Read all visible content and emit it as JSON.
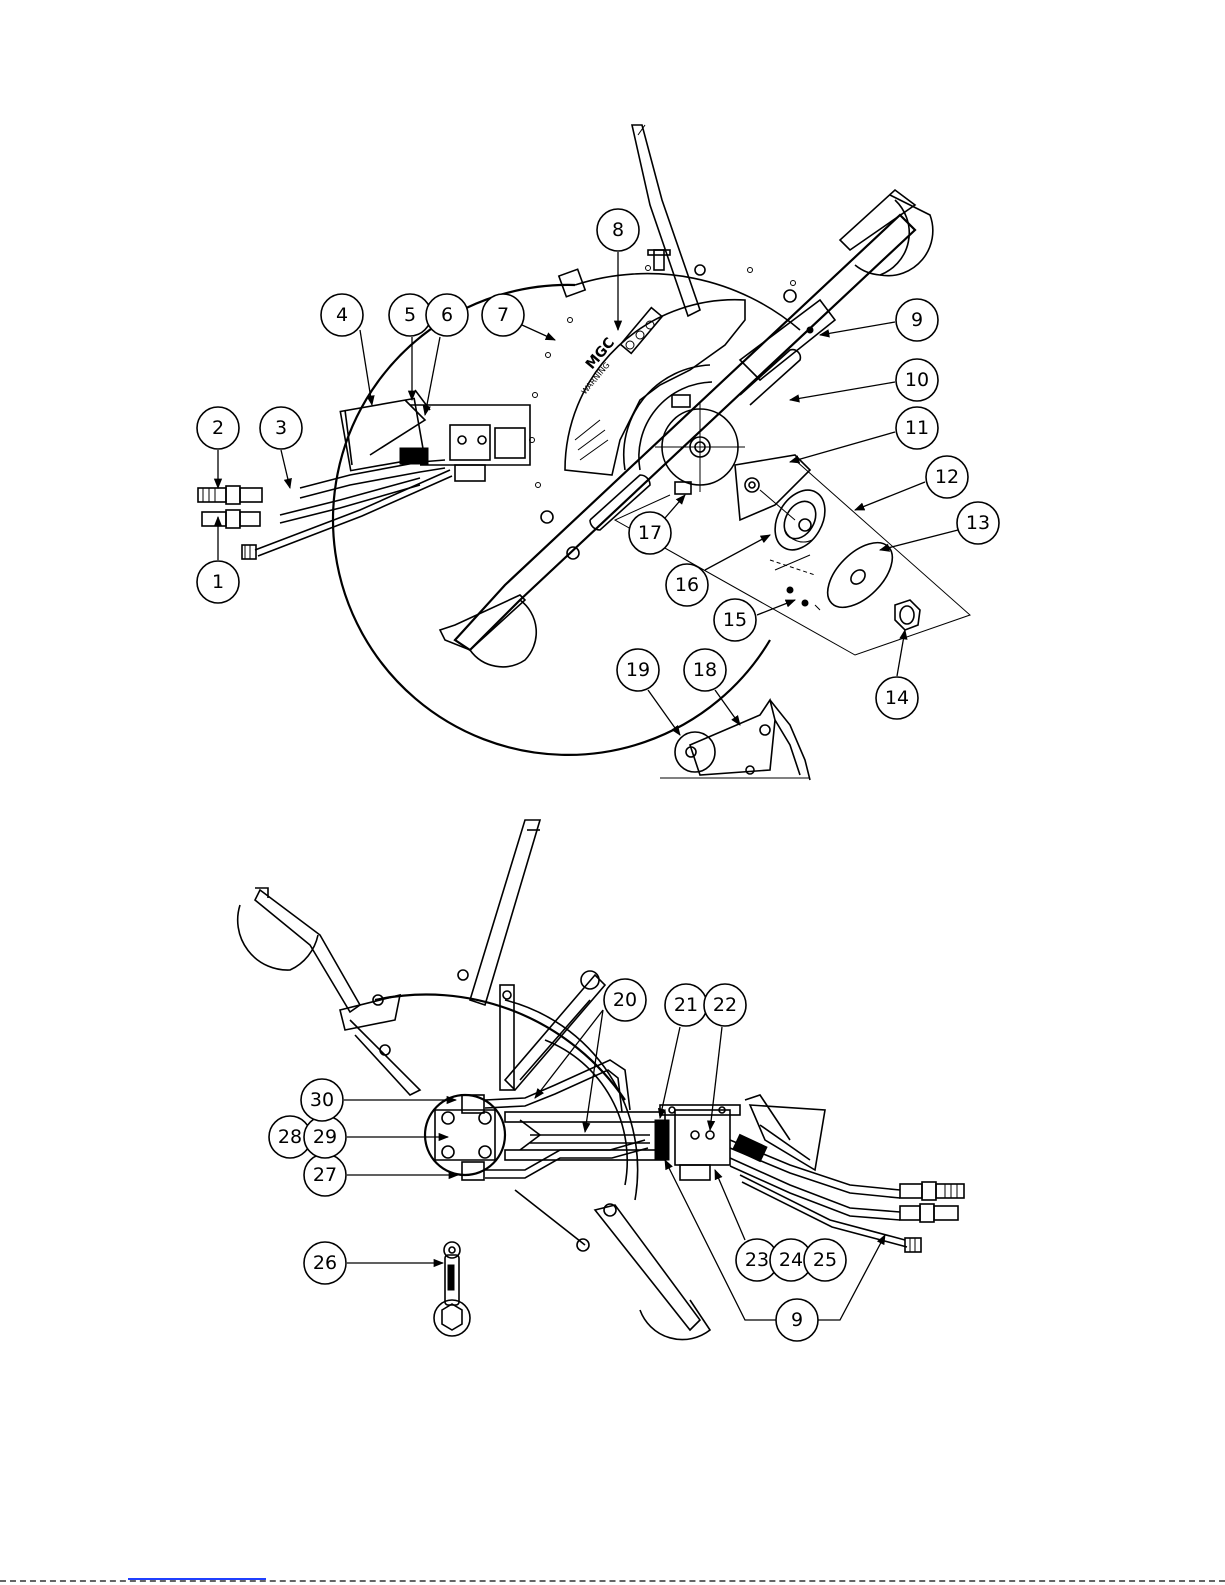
{
  "diagram": {
    "upper_assembly": {
      "callouts": [
        "1",
        "2",
        "3",
        "4",
        "5",
        "6",
        "7",
        "8",
        "9",
        "10",
        "11",
        "12",
        "13",
        "14",
        "15",
        "16",
        "17",
        "18",
        "19"
      ]
    },
    "lower_assembly": {
      "callouts": [
        "20",
        "21",
        "22",
        "23",
        "24",
        "25",
        "26",
        "27",
        "28",
        "29",
        "30",
        "9"
      ]
    },
    "decal": {
      "logo": "MGC",
      "warning": "WARNING"
    },
    "line_color": "#000000",
    "background": "#ffffff"
  }
}
